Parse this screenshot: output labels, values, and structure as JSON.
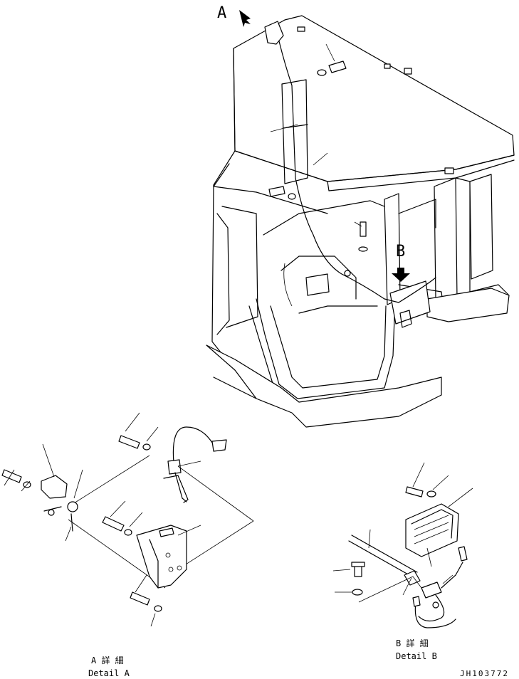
{
  "view_labels": {
    "main_a": "A",
    "main_b": "B"
  },
  "details": {
    "a": {
      "title_jp": "A 詳 細",
      "title_en": "Detail A"
    },
    "b": {
      "title_jp": "B 詳 細",
      "title_en": "Detail B"
    }
  },
  "drawing_number": "JH103772"
}
